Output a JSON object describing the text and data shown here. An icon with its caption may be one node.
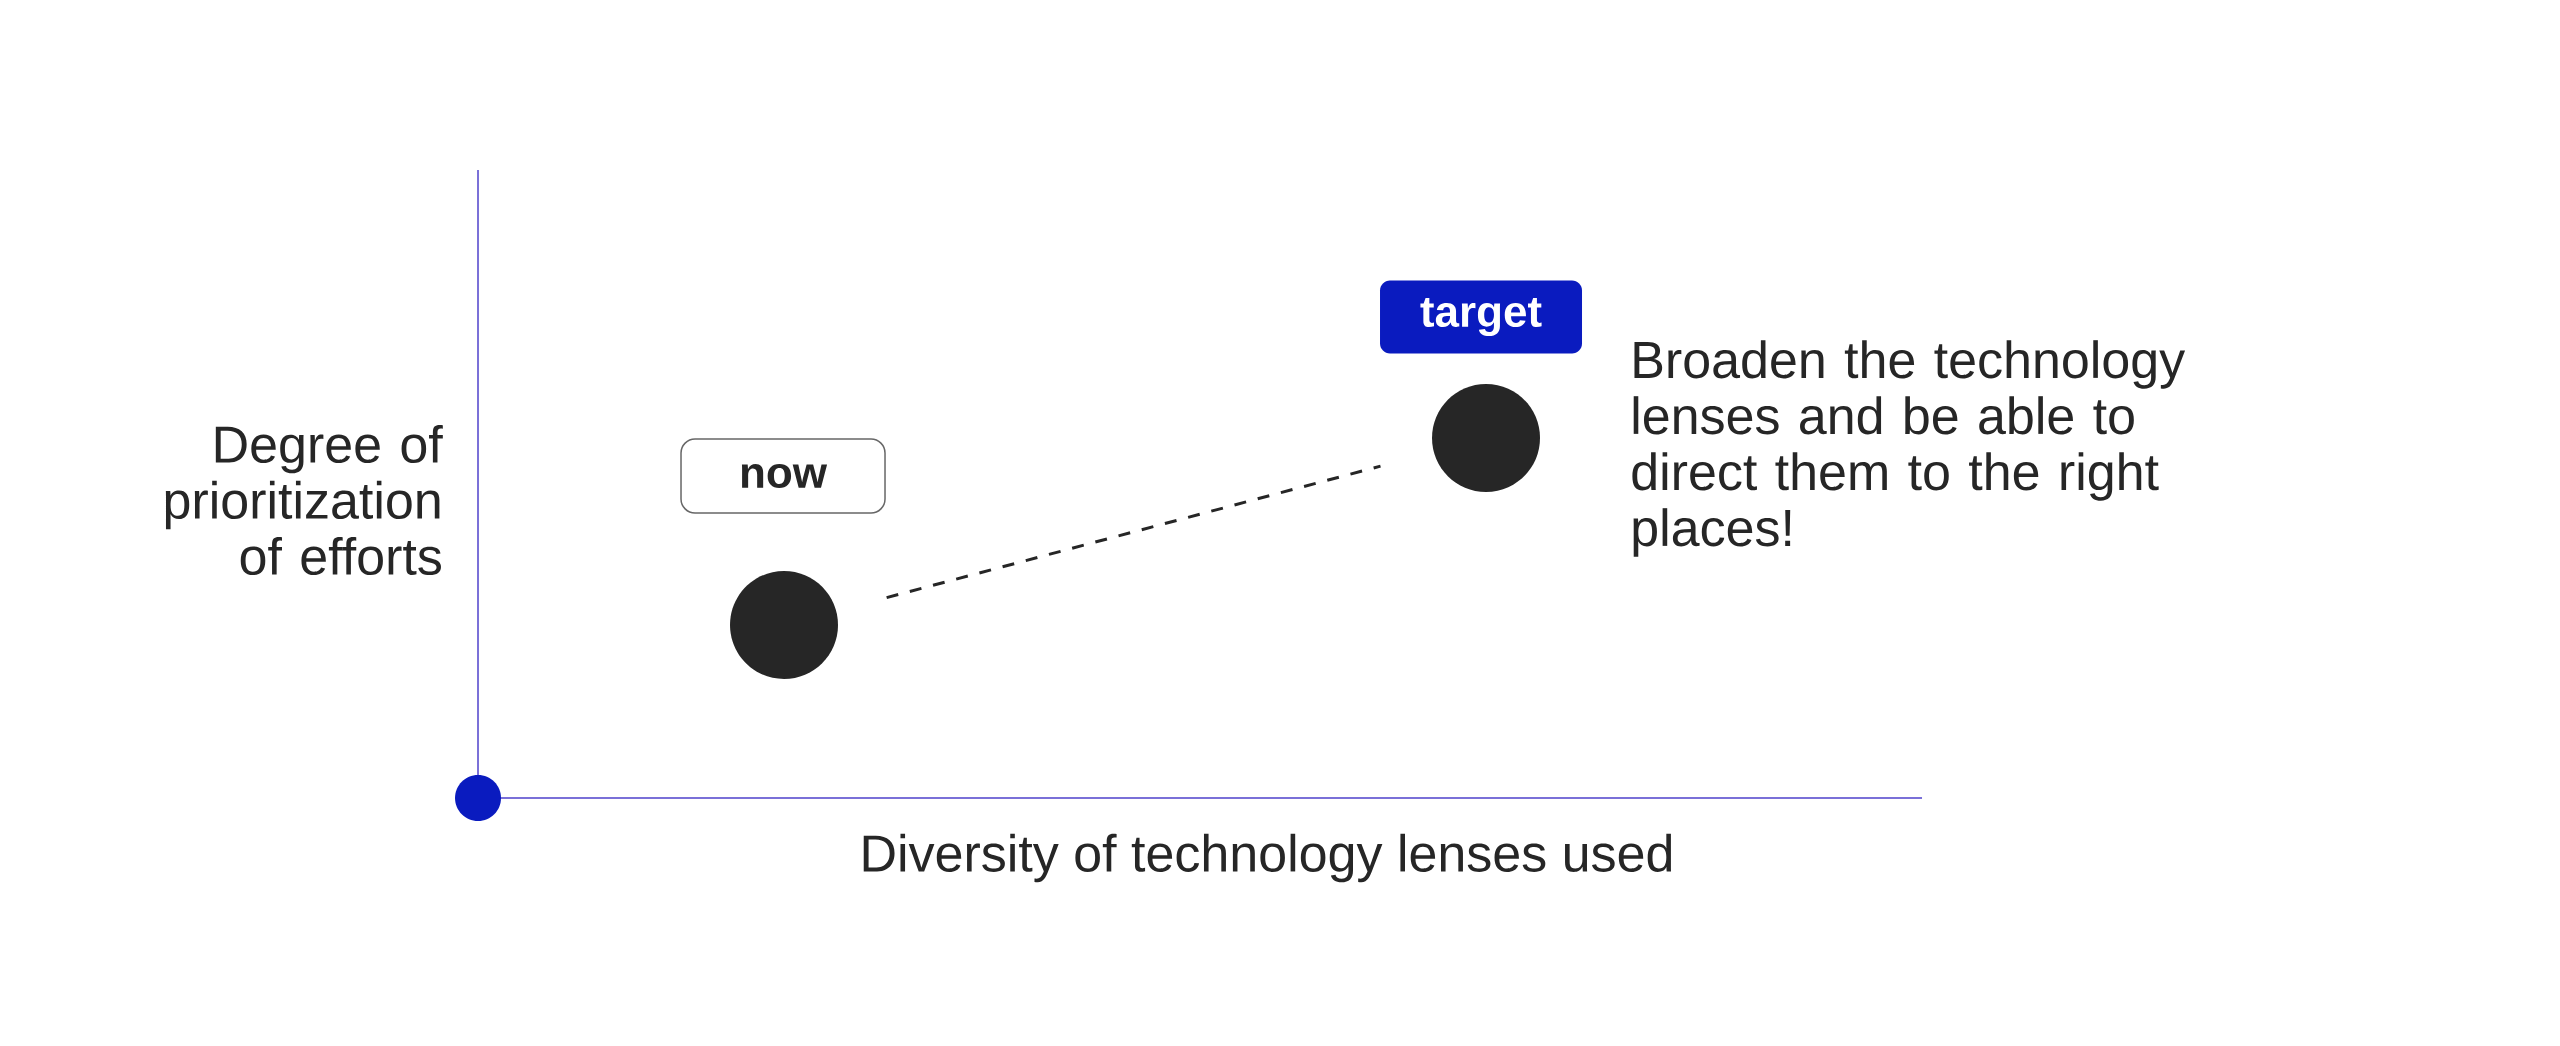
{
  "diagram": {
    "nodes": [
      {
        "text": [
          "now"
        ]
      },
      {
        "text": [],
        "shape": "circle"
      },
      {
        "text": [
          "target"
        ]
      },
      {
        "text": [],
        "shape": "circle"
      }
    ],
    "edges": [
      {
        "from": 1,
        "to": 3,
        "arrow": "none",
        "style": "dashed"
      }
    ],
    "labels": [
      "Broaden the technology lenses and be able to direct them to the right places!",
      "Degree of prioritization of efforts",
      "Diversity of technology lenses used"
    ]
  }
}
